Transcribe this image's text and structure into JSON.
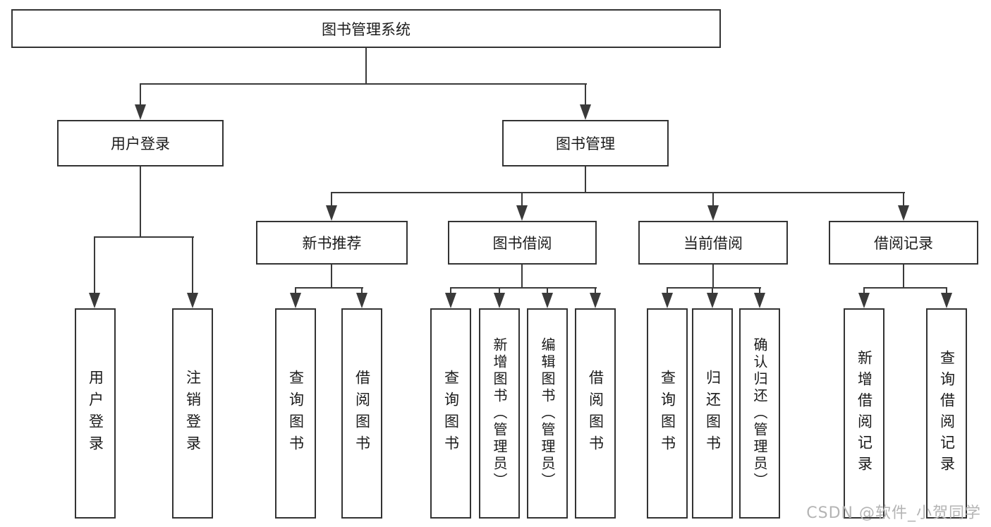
{
  "diagram": {
    "root": {
      "label": "图书管理系统"
    },
    "level2": [
      {
        "label": "用户登录",
        "parent": "图书管理系统"
      },
      {
        "label": "图书管理",
        "parent": "图书管理系统"
      }
    ],
    "level3": [
      {
        "label": "新书推荐",
        "parent": "图书管理"
      },
      {
        "label": "图书借阅",
        "parent": "图书管理"
      },
      {
        "label": "当前借阅",
        "parent": "图书管理"
      },
      {
        "label": "借阅记录",
        "parent": "图书管理"
      }
    ],
    "leaves": [
      {
        "label": "用户登录",
        "parent": "用户登录"
      },
      {
        "label": "注销登录",
        "parent": "用户登录"
      },
      {
        "label": "查询图书",
        "parent": "新书推荐"
      },
      {
        "label": "借阅图书",
        "parent": "新书推荐"
      },
      {
        "label": "查询图书",
        "parent": "图书借阅"
      },
      {
        "label": "新增图书（管理员）",
        "parent": "图书借阅"
      },
      {
        "label": "编辑图书（管理员）",
        "parent": "图书借阅"
      },
      {
        "label": "借阅图书",
        "parent": "图书借阅"
      },
      {
        "label": "查询图书",
        "parent": "当前借阅"
      },
      {
        "label": "归还图书",
        "parent": "当前借阅"
      },
      {
        "label": "确认归还（管理员）",
        "parent": "当前借阅"
      },
      {
        "label": "新增借阅记录",
        "parent": "借阅记录"
      },
      {
        "label": "查询借阅记录",
        "parent": "借阅记录"
      }
    ]
  },
  "watermark": {
    "text": "CSDN @软件_小贺同学"
  },
  "colors": {
    "line": "#3a3a3a",
    "border": "#333333",
    "text": "#1b1b1b",
    "watermark": "#b4b4b4",
    "background": "#ffffff"
  }
}
